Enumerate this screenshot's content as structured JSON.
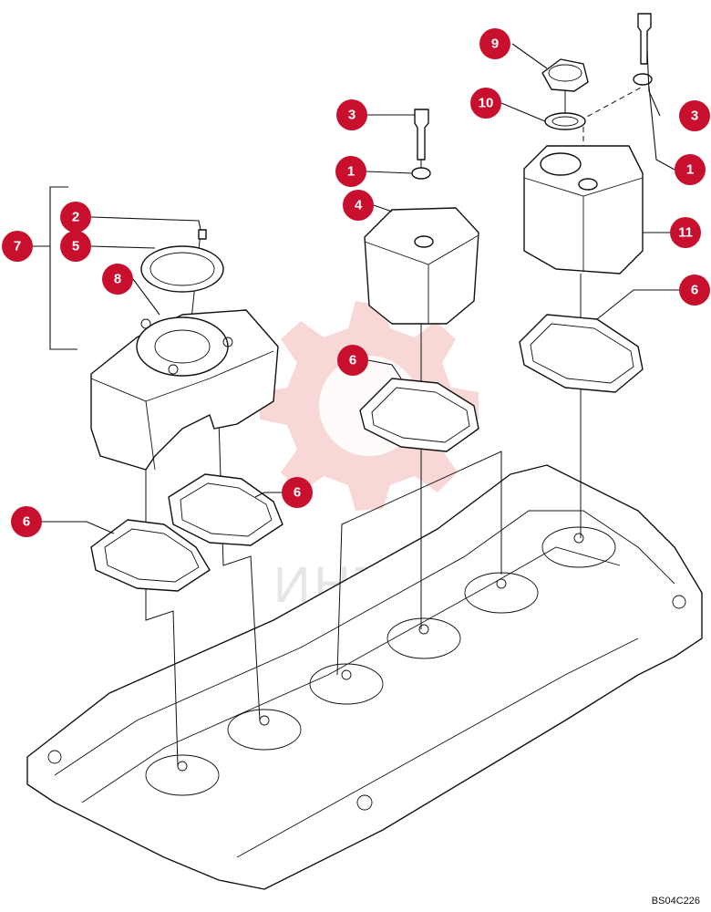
{
  "drawing_code": "BS04C226",
  "watermark_text": "ИНТЕХ",
  "accent_color": "#c8102e",
  "callouts": [
    "9",
    "3",
    "10",
    "3",
    "1",
    "1",
    "4",
    "2",
    "7",
    "5",
    "8",
    "11",
    "6",
    "6",
    "6",
    "6"
  ]
}
